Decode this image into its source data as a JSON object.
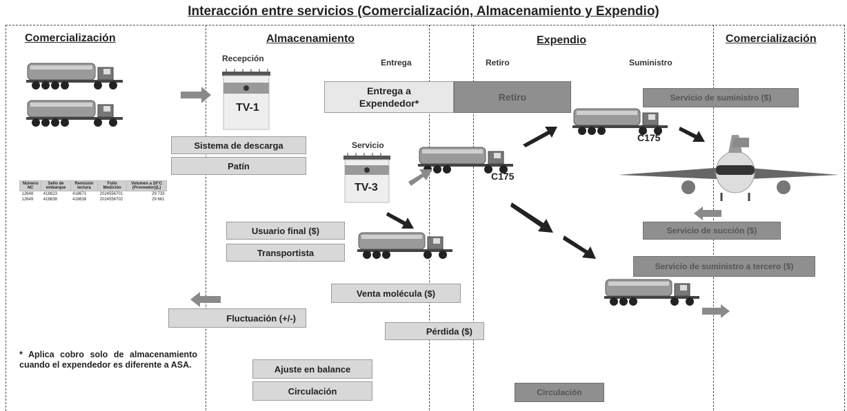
{
  "title": "Interacción entre servicios (Comercialización, Almacenamiento y Expendio)",
  "sections": {
    "comercializacion_left": "Comercialización",
    "almacenamiento": "Almacenamiento",
    "expendio": "Expendio",
    "comercializacion_right": "Comercialización"
  },
  "subheaders": {
    "recepcion": "Recepción",
    "entrega": "Entrega",
    "retiro": "Retiro",
    "suministro": "Suministro",
    "servicio": "Servicio"
  },
  "tanks": {
    "tv1": "TV-1",
    "tv3": "TV-3"
  },
  "boxes": {
    "sistema_descarga": "Sistema de descarga",
    "patin": "Patín",
    "entrega_expendedor": "Entrega a Expendedor*",
    "retiro": "Retiro",
    "servicio_suministro": "Servicio de suministro ($)",
    "usuario_final": "Usuario final ($)",
    "transportista": "Transportista",
    "servicio_succion": "Servicio de succión ($)",
    "servicio_suministro_tercero": "Servicio de suministro a tercero ($)",
    "venta_molecula": "Venta molécula ($)",
    "fluctuacion": "Fluctuación (+/-)",
    "perdida": "Pérdida ($)",
    "ajuste_balance": "Ajuste en balance",
    "circulacion_left": "Circulación",
    "circulacion_right": "Circulación"
  },
  "codes": {
    "c175_a": "C175",
    "c175_b": "C175"
  },
  "note": "* Aplica cobro solo de almacenamiento cuando el expendedor es diferente a ASA.",
  "table": {
    "headers": [
      "Número NC",
      "Sello de embarque",
      "Remisión lectura",
      "Folio Medición",
      "Volumen a 20°C (Proveedor)(L)"
    ],
    "rows": [
      [
        "12648",
        "418623",
        "418671",
        "2024556701",
        "29 733"
      ],
      [
        "12649",
        "418638",
        "418638",
        "2024556702",
        "29 661"
      ]
    ]
  },
  "colors": {
    "box_light": "#d8d8d8",
    "box_dark": "#8f8f8f",
    "arrow_gray": "#8a8a8a",
    "arrow_dark": "#222222"
  }
}
